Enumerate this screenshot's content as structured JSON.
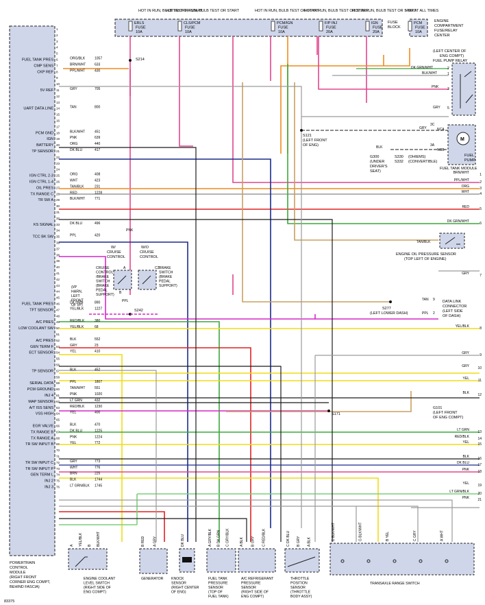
{
  "fuse_block": {
    "headers": [
      "HOT IN RUN, BULB TEST OR START",
      "HOT IN OFF, RUN, BULB TEST OR START",
      "HOT IN RUN, BULB TEST OR START",
      "HOT IN RUN, BULB TEST OR START",
      "HOT IN RUN, BULB TEST OR START",
      "HOT AT ALL TIMES"
    ],
    "fuses": [
      [
        "ERLS",
        "FUSE",
        "10A"
      ],
      [
        "CLS/PCM",
        "FUSE",
        "10A"
      ],
      [
        "PCM/IGN",
        "FUSE",
        "10A"
      ],
      [
        "F/P INJ",
        "FUSE",
        "20A"
      ],
      [
        "IGN",
        "FUSE",
        "20A"
      ],
      [
        "PCM",
        "FUSE",
        "10A"
      ]
    ],
    "block_label": [
      "FUSE",
      "BLOCK"
    ],
    "center_label": [
      "ENGINE",
      "COMPARTMENT",
      "FUSE/RELAY",
      "CENTER"
    ]
  },
  "pcm": {
    "pin_labels": [
      {
        "pin": 6,
        "text": "FUEL TANK PRES"
      },
      {
        "pin": 7,
        "text": "CMP SENS"
      },
      {
        "pin": 8,
        "text": "CKP REF"
      },
      {
        "pin": 11,
        "text": "5V REF"
      },
      {
        "pin": 14,
        "text": "UART DATA LINE"
      },
      {
        "pin": 18,
        "text": "PCM GND"
      },
      {
        "pin": 19,
        "text": "IGN"
      },
      {
        "pin": 20,
        "text": "BATTERY"
      },
      {
        "pin": 21,
        "text": "TP SENSOR"
      },
      {
        "pin": 25,
        "text": "IGN CTRL 2-3"
      },
      {
        "pin": 26,
        "text": "IGN CTRL 1-4"
      },
      {
        "pin": 27,
        "text": "OIL PRES"
      },
      {
        "pin": 28,
        "text": "TX RANGE C"
      },
      {
        "pin": 29,
        "text": "TR SW A"
      },
      {
        "pin": 33,
        "text": "KS SIGNAL"
      },
      {
        "pin": 35,
        "text": "TCC BK SW"
      },
      {
        "pin": 46,
        "text": "FUEL TANK PRES"
      },
      {
        "pin": 47,
        "text": "TFT SENSOR"
      },
      {
        "pin": 49,
        "text": "A/C PRES"
      },
      {
        "pin": 50,
        "text": "LOW COOLANT SW"
      },
      {
        "pin": 52,
        "text": "A/C PRES"
      },
      {
        "pin": 53,
        "text": "GEN TERM F"
      },
      {
        "pin": 54,
        "text": "ECT SENSOR"
      },
      {
        "pin": 57,
        "text": "TP SENSOR"
      },
      {
        "pin": 59,
        "text": "SERIAL DATA"
      },
      {
        "pin": 60,
        "text": "PCM GROUND"
      },
      {
        "pin": 61,
        "text": "INJ 4"
      },
      {
        "pin": 62,
        "text": "MAP SENSOR"
      },
      {
        "pin": 63,
        "text": "A/T ISS SENS"
      },
      {
        "pin": 64,
        "text": "VSS HIGH"
      },
      {
        "pin": 66,
        "text": "EGR VALVE"
      },
      {
        "pin": 67,
        "text": "TX RANGE B"
      },
      {
        "pin": 68,
        "text": "TX RANGE A"
      },
      {
        "pin": 69,
        "text": "TR SW INPUT B"
      },
      {
        "pin": 72,
        "text": "TR SW INPUT C"
      },
      {
        "pin": 73,
        "text": "TR SW INPUT P"
      },
      {
        "pin": 74,
        "text": "GEN TERM L"
      },
      {
        "pin": 75,
        "text": "INJ 2"
      },
      {
        "pin": 76,
        "text": "INJ 3"
      }
    ],
    "title_lines": [
      "POWERTRAIN",
      "CONTROL",
      "MODULE",
      "(RIGHT FRONT",
      "CORNER ENG COMPT,",
      "BEHIND FASCIA)"
    ]
  },
  "wires": [
    {
      "pin": 6,
      "color": "ORG/BLK",
      "circuit": "1057"
    },
    {
      "pin": 7,
      "color": "BRN/WHT",
      "circuit": "633"
    },
    {
      "pin": 8,
      "color": "PPL/WHT",
      "circuit": "430"
    },
    {
      "pin": 11,
      "color": "GRY",
      "circuit": "705"
    },
    {
      "pin": 14,
      "color": "TAN",
      "circuit": "800"
    },
    {
      "pin": 18,
      "color": "BLK/WHT",
      "circuit": "451"
    },
    {
      "pin": 19,
      "color": "PNK",
      "circuit": "639"
    },
    {
      "pin": 20,
      "color": "ORG",
      "circuit": "440"
    },
    {
      "pin": 21,
      "color": "DK BLU",
      "circuit": "417"
    },
    {
      "pin": 25,
      "color": "ORG",
      "circuit": "408"
    },
    {
      "pin": 26,
      "color": "WHT",
      "circuit": "423"
    },
    {
      "pin": 27,
      "color": "TAN/BLK",
      "circuit": "231"
    },
    {
      "pin": 28,
      "color": "RED",
      "circuit": "1228"
    },
    {
      "pin": 29,
      "color": "BLK/WHT",
      "circuit": "771"
    },
    {
      "pin": 33,
      "color": "DK BLU",
      "circuit": "496"
    },
    {
      "pin": 35,
      "color": "PPL",
      "circuit": "420"
    },
    {
      "pin": 46,
      "color": "DK GRN",
      "circuit": "890"
    },
    {
      "pin": 47,
      "color": "YEL/BLK",
      "circuit": "1227"
    },
    {
      "pin": 49,
      "color": "RED/BLK",
      "circuit": "380"
    },
    {
      "pin": 50,
      "color": "YEL/BLK",
      "circuit": "68"
    },
    {
      "pin": 52,
      "color": "BLK",
      "circuit": "552"
    },
    {
      "pin": 53,
      "color": "GRY",
      "circuit": "23"
    },
    {
      "pin": 54,
      "color": "YEL",
      "circuit": "410"
    },
    {
      "pin": 57,
      "color": "BLK",
      "circuit": "452"
    },
    {
      "pin": 59,
      "color": "PPL",
      "circuit": "1807"
    },
    {
      "pin": 60,
      "color": "TAN/WHT",
      "circuit": "551"
    },
    {
      "pin": 61,
      "color": "PNK",
      "circuit": "1020"
    },
    {
      "pin": 62,
      "color": "LT GRN",
      "circuit": "432"
    },
    {
      "pin": 63,
      "color": "RED/BLK",
      "circuit": "1230"
    },
    {
      "pin": 64,
      "color": "YEL",
      "circuit": "400"
    },
    {
      "pin": 66,
      "color": "BLK",
      "circuit": "470"
    },
    {
      "pin": 67,
      "color": "DK BLU",
      "circuit": "1225"
    },
    {
      "pin": 68,
      "color": "PNK",
      "circuit": "1224"
    },
    {
      "pin": 69,
      "color": "YEL",
      "circuit": "772"
    },
    {
      "pin": 72,
      "color": "GRY",
      "circuit": "773"
    },
    {
      "pin": 73,
      "color": "WHT",
      "circuit": "776"
    },
    {
      "pin": 74,
      "color": "BRN",
      "circuit": "225"
    },
    {
      "pin": 75,
      "color": "BLK",
      "circuit": "1744"
    },
    {
      "pin": 76,
      "color": "LT GRN/BLK",
      "circuit": "1745"
    }
  ],
  "right_wires": [
    {
      "n": 1,
      "color": "BRN/WHT"
    },
    {
      "n": 2,
      "color": "PPL/WHT"
    },
    {
      "n": 3,
      "color": "ORG"
    },
    {
      "n": 4,
      "color": "WHT"
    },
    {
      "n": 5,
      "color": "RED"
    },
    {
      "n": 6,
      "color": "DK GRN/WHT"
    },
    {
      "n": 7,
      "color": "GRY"
    },
    {
      "n": 8,
      "color": "YEL/BLK"
    },
    {
      "n": 9,
      "color": "GRY"
    },
    {
      "n": 10,
      "color": "GRY"
    },
    {
      "n": 11,
      "color": "YEL"
    },
    {
      "n": 12,
      "color": "BLK"
    },
    {
      "n": 13,
      "color": "LT GRN"
    },
    {
      "n": 14,
      "color": "RED/BLK"
    },
    {
      "n": 15,
      "color": "YEL"
    },
    {
      "n": 16,
      "color": "BLK"
    },
    {
      "n": 17,
      "color": "DK BLU"
    },
    {
      "n": 18,
      "color": "PNK"
    },
    {
      "n": 19,
      "color": "YEL"
    },
    {
      "n": 20,
      "color": "LT GRN/BLK"
    },
    {
      "n": 21,
      "color": "PNK"
    }
  ],
  "splices": {
    "s214": "S214",
    "s121": [
      "S121",
      "(LEFT FRONT",
      "OF ENG)"
    ],
    "s242": "S242",
    "s277": [
      "S277",
      "(LEFT LOWER DASH)"
    ],
    "s171": "S171"
  },
  "grounds": {
    "g300": [
      "G300",
      "(UNDER",
      "DRIVER'S",
      "SEAT)"
    ],
    "s330": "S330",
    "s332": "S332",
    "s330_note": "(OHIEMS)",
    "s332_note": "(CONVERTIBLE)",
    "g101": [
      "G101",
      "(LEFT FRONT",
      "OF ENG COMPT)"
    ]
  },
  "fuel_pump_relay": {
    "title": [
      "(LEFT CENTER OF",
      "ENG COMPT)",
      "FUEL PUMP RELAY"
    ],
    "wires": [
      "DK GRN/WHT",
      "BLK/WHT",
      "PNK",
      "GRY"
    ],
    "pins": [
      "2",
      "1",
      "3",
      "5"
    ]
  },
  "fuel_pump": {
    "label": [
      "FUEL",
      "PUMP"
    ],
    "module": "FUEL TANK MODULE",
    "wire_grey": "GRY",
    "wire_blk": "BLK",
    "nca": "NCA",
    "ncb": "NCB",
    "pin_3c": "3C",
    "pin_3a": "3A"
  },
  "oil_sensor": {
    "wire": "TAN/BLK",
    "label": [
      "ENGINE OIL PRESSURE SENSOR",
      "(TOP LEFT OF ENGINE)"
    ]
  },
  "dlc": {
    "wire_tan": "TAN",
    "wire_ppl": "PPL",
    "pin9": "9",
    "pin2": "2",
    "label": [
      "DATA LINK",
      "CONNECTOR",
      "(LEFT SIDE",
      "OF DASH)"
    ]
  },
  "brake_switch": {
    "w_label": [
      "W/",
      "CRUISE",
      "CONTROL"
    ],
    "wo_label": [
      "W/O",
      "CRUISE",
      "CONTROL"
    ],
    "cruise_sw": [
      "CRUISE",
      "CONTROL",
      "/BRAKE",
      "SWITCH",
      "(BRAKE",
      "PEDAL",
      "SUPPORT)"
    ],
    "brake_sw": [
      "BRAKE",
      "SWITCH",
      "(BRAKE",
      "PEDAL",
      "SUPPORT)"
    ],
    "ip_harn": [
      "(I/P",
      "HARN,",
      "LEFT",
      "FRONT",
      "OF I/P)"
    ],
    "pin_a": "A",
    "pin_b": "B",
    "pin_c2": "C2",
    "wire_ppl": "PPL",
    "wire_pnk": "PNK"
  },
  "components": [
    {
      "id": "coolant",
      "label": [
        "ENGINE COOLANT",
        "LEVEL SWITCH",
        "(RIGHT SIDE OF",
        "ENG COMPT)"
      ],
      "wires": [
        "A",
        "YEL/BLK",
        "B",
        "BLK/WHT"
      ]
    },
    {
      "id": "generator",
      "label": [
        "GENERATOR"
      ],
      "wires": [
        "B RED",
        "A GRY"
      ]
    },
    {
      "id": "knock",
      "label": [
        "KNOCK",
        "SENSOR",
        "(RIGHT CENTER",
        "OF ENG)"
      ],
      "wires": [
        "DK BLU"
      ]
    },
    {
      "id": "fuel_press",
      "label": [
        "FUEL TANK",
        "PRESSURE",
        "SENSOR",
        "(TOP OF",
        "FUEL TANK)"
      ],
      "wires": [
        "A GRY/BLK",
        "B DK GRN",
        "C GRY/BLK"
      ]
    },
    {
      "id": "ac_press",
      "label": [
        "A/C REFRIGERANT",
        "PRESSURE",
        "SENSOR",
        "(RIGHT SIDE OF",
        "ENG COMPT)"
      ],
      "wires": [
        "A BLK",
        "B GRY",
        "C RED/BLK"
      ]
    },
    {
      "id": "tps",
      "label": [
        "THROTTLE",
        "POSITION",
        "SENSOR",
        "(THROTTLE",
        "BODY ASSY)"
      ],
      "wires": [
        "C DK BLU",
        "B GRY",
        "A BLK"
      ]
    },
    {
      "id": "trs",
      "label": [
        "TRANSAXLE RANGE SWITCH"
      ],
      "wires": [
        "D BLK/WHT",
        "G BLK/WHT",
        "B YEL",
        "C GRY",
        "A WHT"
      ]
    }
  ],
  "colors": {
    "pink": "#e0468c",
    "magenta": "#d627c9",
    "orange": "#f08a1c",
    "yellow": "#f0dc14",
    "green": "#3aa83a",
    "red": "#e02020",
    "darkblue": "#1a2a8c",
    "grey": "#9a9a9a",
    "black": "#1a1a1a",
    "brown": "#8a5a2a",
    "tan": "#c8a060",
    "ltgreen": "#7bd07b",
    "box": "#cfd6ea"
  },
  "footer": {
    "figure_id": "83375"
  }
}
